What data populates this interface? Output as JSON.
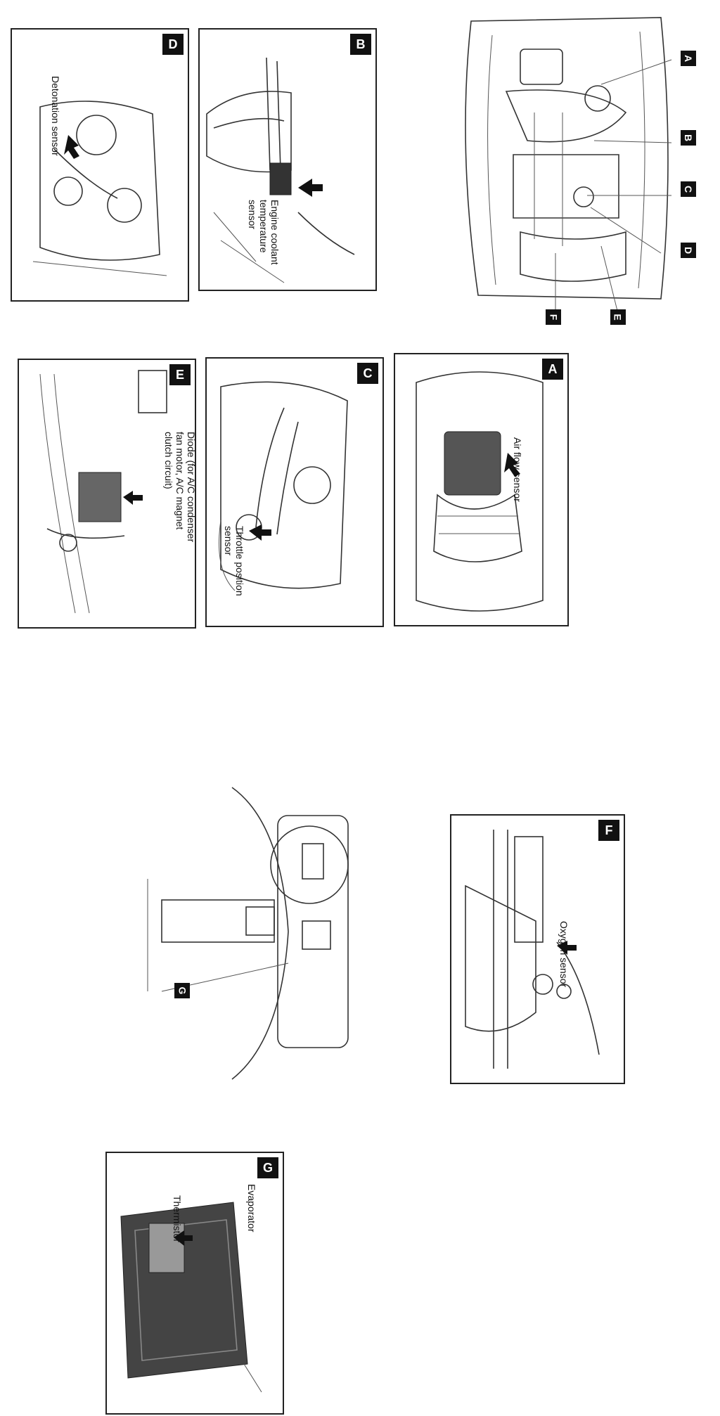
{
  "panels": {
    "A": {
      "letter": "A",
      "label": "Air flow sensor"
    },
    "B": {
      "letter": "B",
      "label_lines": [
        "Engine coolant",
        "temperature",
        "sensor"
      ]
    },
    "C": {
      "letter": "C",
      "label_lines": [
        "Throttle position",
        "sensor"
      ]
    },
    "D": {
      "letter": "D",
      "label": "Detonation sensor"
    },
    "E": {
      "letter": "E",
      "label_lines": [
        "Diode (for A/C condenser",
        "fan motor, A/C magnet",
        "clutch circuit)"
      ]
    },
    "F": {
      "letter": "F",
      "label": "Oxygen sensor"
    },
    "G": {
      "letter": "G",
      "label_lines": [
        "Evaporator",
        "Thermistor"
      ]
    }
  },
  "engine_callouts": [
    "A",
    "B",
    "C",
    "D",
    "E",
    "F"
  ],
  "dash_callout": "G"
}
